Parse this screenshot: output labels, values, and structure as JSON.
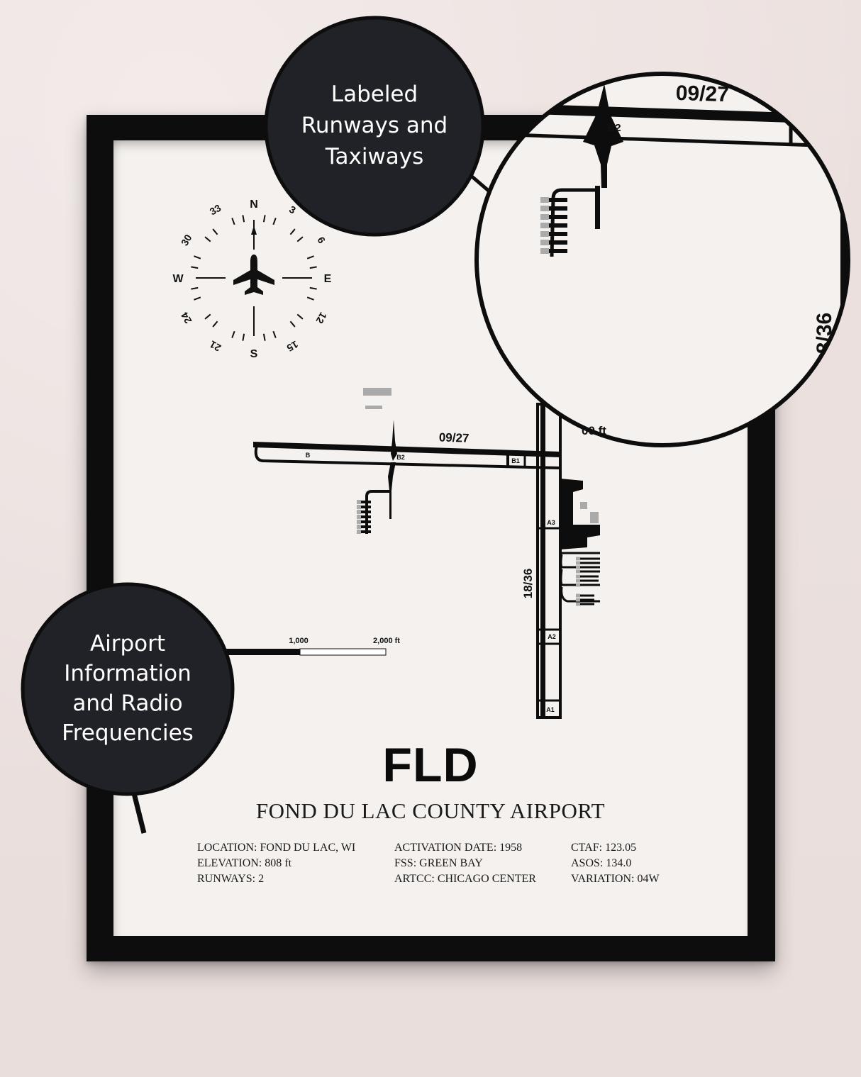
{
  "poster": {
    "airport_code": "FLD",
    "airport_name": "FOND DU LAC COUNTY AIRPORT",
    "info_columns": [
      [
        "LOCATION: FOND DU LAC, WI",
        "ELEVATION: 808 ft",
        "RUNWAYS: 2"
      ],
      [
        "ACTIVATION DATE: 1958",
        "FSS: GREEN BAY",
        "ARTCC: CHICAGO CENTER"
      ],
      [
        "CTAF: 123.05",
        "ASOS: 134.0",
        "VARIATION: 04W"
      ]
    ]
  },
  "compass": {
    "cardinals": {
      "n": "N",
      "e": "E",
      "s": "S",
      "w": "W"
    },
    "degrees": [
      "3",
      "6",
      "12",
      "15",
      "21",
      "24",
      "30",
      "33"
    ]
  },
  "diagram": {
    "runway_09_27": "09/27",
    "runway_18_36": "18/36",
    "taxiways": {
      "b": "B",
      "b1": "B1",
      "b2": "B2",
      "a1": "A1",
      "a2": "A2",
      "a3": "A3"
    },
    "scale": {
      "label_1000": "1,000",
      "label_2000": "2,000 ft"
    }
  },
  "zoom_inset": {
    "runway_09_27": "09/27",
    "taxiway_b2": "B2",
    "runway_18_36_partial": "8/36",
    "distance_partial": "00 ft"
  },
  "callouts": {
    "top": [
      "Labeled",
      "Runways and",
      "Taxiways"
    ],
    "left": [
      "Airport",
      "Information",
      "and Radio",
      "Frequencies"
    ]
  },
  "colors": {
    "callout_bg": "#212227",
    "frame": "#0d0d0d",
    "paper": "#f4f1ee",
    "wall": "#eee3e1"
  }
}
